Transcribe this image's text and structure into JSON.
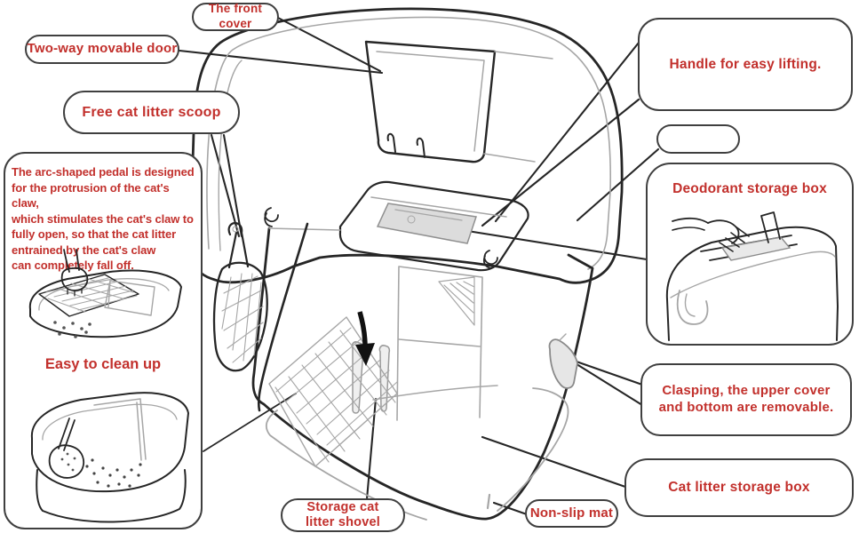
{
  "colors": {
    "background": "#ffffff",
    "label_text": "#c2302c",
    "bubble_border": "#3f3f3f",
    "art_dark": "#262626",
    "art_light": "#a6a6a6",
    "art_fill_gray": "#dcdcdc"
  },
  "labels": {
    "front_cover": "The front cover",
    "two_way_door": "Two-way movable door",
    "free_scoop": "Free cat litter scoop",
    "pedal_note": "The arc-shaped pedal is designed\nfor the protrusion of the cat's claw,\nwhich stimulates the cat's claw to\nfully open, so that the cat litter\nentrained by the cat's claw\ncan completely fall off.",
    "easy_clean": "Easy to clean up",
    "handle": "Handle for easy lifting.",
    "deodorant": "Deodorant storage box",
    "clasping": "Clasping, the upper cover\nand bottom are removable.",
    "litter_storage": "Cat litter storage box",
    "non_slip": "Non-slip mat",
    "storage_shovel": "Storage cat\nlitter shovel"
  }
}
